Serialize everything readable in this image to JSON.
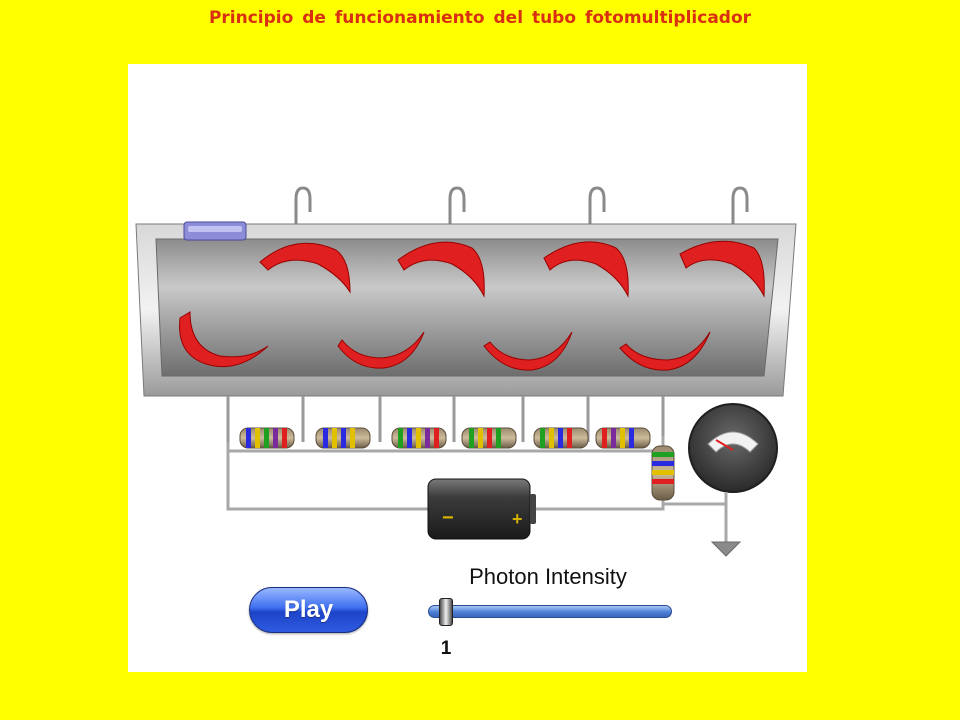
{
  "page": {
    "title": "Principio de funcionamiento del tubo fotomultiplicador"
  },
  "animation": {
    "description_items": [],
    "battery": {
      "minus_sign": "−",
      "plus_sign": "+"
    }
  },
  "controls": {
    "play_label": "Play",
    "slider": {
      "label": "Photon Intensity",
      "value": "1",
      "fill_fraction": 0.05
    }
  },
  "colors": {
    "background": "#FFFF00",
    "title": "#D83010",
    "dynode": "#E02020",
    "play_button": "#2F5BE0"
  },
  "icons": {
    "ground": "ground-icon",
    "meter": "meter-icon",
    "battery": "battery-icon",
    "photocathode": "photocathode-icon"
  }
}
